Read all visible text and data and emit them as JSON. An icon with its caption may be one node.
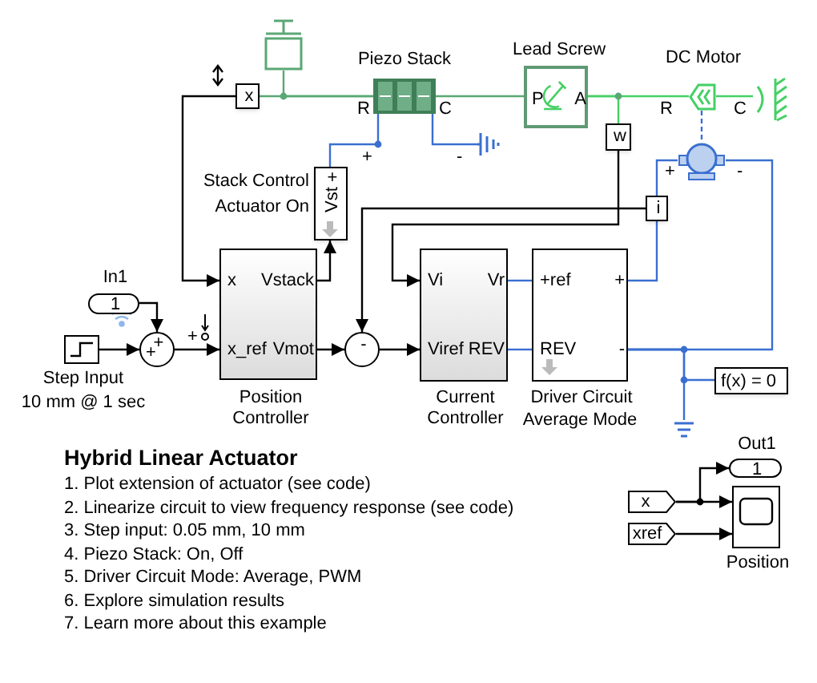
{
  "diagram": {
    "title": "Hybrid Linear Actuator",
    "nodes": [
      {
        "text": [
          "Step Input"
        ],
        "beside": [
          "10 mm @ 1 sec"
        ]
      },
      {
        "text": [
          "1"
        ],
        "beside": [
          "In1"
        ]
      },
      {
        "text": [
          "+",
          "+"
        ]
      },
      {
        "text": [
          "x",
          "Vstack",
          "x_ref",
          "Vmot",
          "Position Controller"
        ]
      },
      {
        "text": [
          "x"
        ]
      },
      {
        "text": [
          "Stack Control",
          "+",
          "Vst"
        ],
        "beside": [
          "Actuator On"
        ]
      },
      {
        "text": [
          "-"
        ]
      },
      {
        "text": [
          "Vi",
          "Vr",
          "Viref",
          "REV",
          "Current Controller"
        ]
      },
      {
        "text": [
          "+ref",
          "+",
          "REV",
          "-",
          "Driver Circuit"
        ]
      },
      {
        "text": [
          "Piezo Stack"
        ]
      },
      {
        "text": [
          "Lead Screw",
          "P",
          "A"
        ]
      },
      {
        "text": [
          "DC Motor"
        ]
      },
      {
        "text": [],
        "shape": "motor"
      },
      {
        "text": [
          "w"
        ]
      },
      {
        "text": [
          "i"
        ]
      },
      {
        "text": [
          "f(x) = 0"
        ]
      },
      {
        "text": [
          "1"
        ],
        "beside": [
          "Out1"
        ]
      },
      {
        "text": [
          "x"
        ]
      },
      {
        "text": [
          "xref"
        ]
      },
      {
        "text": [
          "Position"
        ]
      },
      {
        "text": [],
        "shape": "box"
      },
      {
        "text": [],
        "shape": "ground"
      },
      {
        "text": [],
        "shape": "ground"
      },
      {
        "text": [],
        "shape": "wall"
      }
    ],
    "edges": [
      {
        "from": 0,
        "to": 2,
        "arrow": "to"
      },
      {
        "from": 1,
        "to": 2,
        "arrow": "to"
      },
      {
        "from": 2,
        "to": 3,
        "arrow": "to"
      },
      {
        "from": 4,
        "to": 3,
        "arrow": "to"
      },
      {
        "from": 3,
        "to": 5,
        "arrow": "to"
      },
      {
        "from": 3,
        "to": 6,
        "arrow": "to"
      },
      {
        "from": 6,
        "to": 7,
        "arrow": "to"
      },
      {
        "from": 13,
        "to": 7,
        "arrow": "to"
      },
      {
        "from": 14,
        "to": 6,
        "arrow": "to"
      },
      {
        "from": 7,
        "to": 8,
        "arrow": "none",
        "color": "#3a6fd0"
      },
      {
        "from": 7,
        "to": 8,
        "arrow": "none",
        "color": "#3a6fd0"
      },
      {
        "from": 8,
        "to": 14,
        "arrow": "none",
        "color": "#3a6fd0"
      },
      {
        "from": 14,
        "to": 12,
        "arrow": "none",
        "color": "#3a6fd0"
      },
      {
        "from": 8,
        "to": 12,
        "arrow": "none",
        "color": "#3a6fd0"
      },
      {
        "from": 8,
        "to": 15,
        "arrow": "none",
        "color": "#3a6fd0"
      },
      {
        "from": 8,
        "to": 22,
        "arrow": "none",
        "color": "#3a6fd0"
      },
      {
        "from": 5,
        "to": 9,
        "arrow": "none",
        "color": "#3a6fd0"
      },
      {
        "from": 9,
        "to": 21,
        "arrow": "none",
        "color": "#3a6fd0"
      },
      {
        "from": 4,
        "to": 9,
        "arrow": "none",
        "color": "#5aa874"
      },
      {
        "from": 20,
        "to": 9,
        "arrow": "none",
        "color": "#5aa874"
      },
      {
        "from": 9,
        "to": 10,
        "arrow": "none",
        "color": "#5aa874"
      },
      {
        "from": 10,
        "to": 11,
        "arrow": "none",
        "color": "#44d064"
      },
      {
        "from": 10,
        "to": 13,
        "arrow": "none",
        "color": "#44d064"
      },
      {
        "from": 11,
        "to": 23,
        "arrow": "none",
        "color": "#44d064"
      },
      {
        "from": 11,
        "to": 12,
        "arrow": "none",
        "style": "dashed",
        "color": "#3a6fd0"
      },
      {
        "from": 17,
        "to": 16,
        "arrow": "to"
      },
      {
        "from": 17,
        "to": 19,
        "arrow": "to"
      },
      {
        "from": 18,
        "to": 19,
        "arrow": "to"
      }
    ],
    "labels": [
      "R",
      "C",
      "+",
      "-",
      "R",
      "C",
      "+",
      "-",
      "+",
      "Average Mode",
      "1. Plot extension of actuator (see code)",
      "2. Linearize circuit to view frequency response (see code)",
      "3. Step input: 0.05 mm, 10 mm",
      "4. Piezo Stack: On, Off",
      "5. Driver Circuit Mode: Average, PWM",
      "6. Explore simulation results",
      "7. Learn more about this example"
    ]
  }
}
